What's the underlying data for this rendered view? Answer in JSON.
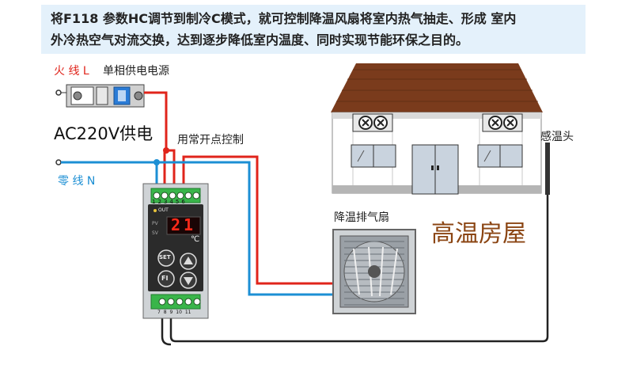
{
  "banner": {
    "line1": "将F118 参数HC调节到制冷C模式，就可控制降温风扇将室内热气抽走、形成 室内",
    "line2": "外冷热空气对流交换，达到逐步降低室内温度、同时实现节能环保之目的。"
  },
  "labels": {
    "live_wire": "火 线 L",
    "single_phase_supply": "单相供电电源",
    "ac_supply": "AC220V供电",
    "neutral_wire": "零 线 N",
    "normally_open_control": "用常开点控制",
    "temp_sensor": "感温头",
    "exhaust_fan": "降温排气扇",
    "house": "高温房屋"
  },
  "controller": {
    "top_terminals": [
      "1",
      "2",
      "3",
      "4",
      "5",
      "6"
    ],
    "bottom_terminals": [
      "7",
      "8",
      "9",
      "10",
      "11"
    ],
    "display_value": "21",
    "unit": "℃",
    "indicator_out": "OUT",
    "pv_label": "PV",
    "sv_label": "SV",
    "btn_set": "SET",
    "btn_fi": "FI"
  },
  "colors": {
    "live": "#e0241b",
    "neutral": "#1c8fd4",
    "sensor_cable": "#222222",
    "roof": "#7a3b1c",
    "house_title": "#8b4513",
    "banner_bg": "#e4f1fb"
  }
}
